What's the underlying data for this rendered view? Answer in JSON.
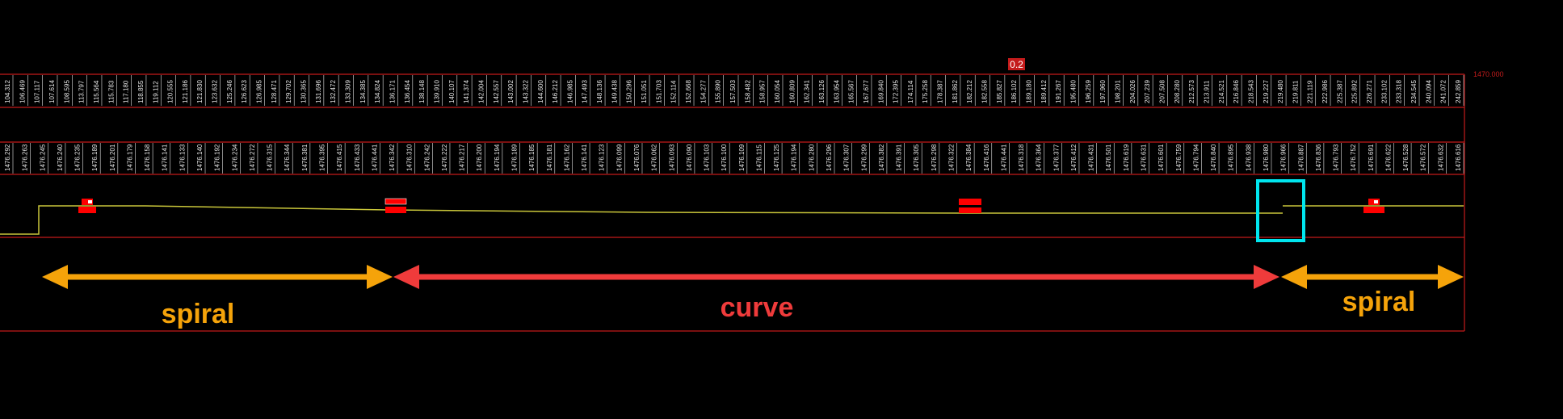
{
  "colors": {
    "background": "#000000",
    "grid_line": "#c41b1b",
    "tick_text": "#e6e6e6",
    "alignment_line": "#c9c63a",
    "marker": "#ff0000",
    "highlight_box": "#00e5ee",
    "spiral": "#f5a30a",
    "curve": "#ef3b3b"
  },
  "badge": {
    "value": "0.2"
  },
  "side_label": {
    "value": "1470.000"
  },
  "sections": [
    {
      "name": "spiral",
      "label": "spiral"
    },
    {
      "name": "curve",
      "label": "curve"
    },
    {
      "name": "spiral",
      "label": "spiral"
    }
  ],
  "stations_row": [
    "104.312",
    "106.469",
    "107.117",
    "107.614",
    "108.595",
    "113.797",
    "115.564",
    "115.783",
    "117.180",
    "118.855",
    "119.112",
    "120.555",
    "121.186",
    "121.830",
    "123.632",
    "125.246",
    "126.623",
    "126.985",
    "128.471",
    "129.702",
    "130.365",
    "131.696",
    "132.472",
    "133.309",
    "134.385",
    "134.824",
    "136.171",
    "136.454",
    "138.148",
    "139.910",
    "140.107",
    "141.374",
    "142.004",
    "142.557",
    "143.002",
    "143.322",
    "144.600",
    "146.212",
    "146.985",
    "147.493",
    "148.136",
    "149.438",
    "150.296",
    "151.051",
    "151.703",
    "152.114",
    "152.668",
    "154.277",
    "155.890",
    "157.503",
    "158.482",
    "158.957",
    "160.054",
    "160.809",
    "162.341",
    "163.126",
    "163.954",
    "165.567",
    "167.677",
    "169.840",
    "172.395",
    "174.114",
    "175.258",
    "178.387",
    "181.862",
    "182.212",
    "182.558",
    "185.827",
    "186.102",
    "189.180",
    "189.412",
    "191.267",
    "195.480",
    "196.259",
    "197.960",
    "198.201",
    "204.026",
    "207.239",
    "207.508",
    "208.280",
    "212.573",
    "213.911",
    "214.521",
    "216.846",
    "218.543",
    "219.227",
    "219.480",
    "219.811",
    "221.119",
    "222.986",
    "225.387",
    "225.892",
    "226.271",
    "233.102",
    "233.318",
    "234.545",
    "240.094",
    "241.072",
    "242.859"
  ],
  "elevations_row": [
    "1476.292",
    "1476.263",
    "1476.245",
    "1476.240",
    "1476.235",
    "1476.189",
    "1476.201",
    "1476.179",
    "1476.158",
    "1476.141",
    "1476.133",
    "1476.140",
    "1476.192",
    "1476.234",
    "1476.272",
    "1476.315",
    "1476.344",
    "1476.381",
    "1476.395",
    "1476.415",
    "1476.433",
    "1476.441",
    "1476.342",
    "1476.310",
    "1476.242",
    "1476.222",
    "1476.217",
    "1476.200",
    "1476.194",
    "1476.189",
    "1476.185",
    "1476.181",
    "1476.162",
    "1476.141",
    "1476.123",
    "1476.099",
    "1476.076",
    "1476.062",
    "1476.093",
    "1476.090",
    "1476.103",
    "1476.100",
    "1476.109",
    "1476.115",
    "1476.125",
    "1476.194",
    "1476.280",
    "1476.296",
    "1476.307",
    "1476.299",
    "1476.382",
    "1476.391",
    "1476.305",
    "1476.298",
    "1476.322",
    "1476.384",
    "1476.416",
    "1476.441",
    "1476.318",
    "1476.364",
    "1476.377",
    "1476.412",
    "1476.431",
    "1476.501",
    "1476.619",
    "1476.631",
    "1476.601",
    "1476.759",
    "1476.794",
    "1476.840",
    "1476.895",
    "1476.938",
    "1476.980",
    "1476.966",
    "1476.887",
    "1476.836",
    "1476.793",
    "1476.752",
    "1476.691",
    "1476.622",
    "1476.528",
    "1476.572",
    "1476.632",
    "1476.616"
  ]
}
